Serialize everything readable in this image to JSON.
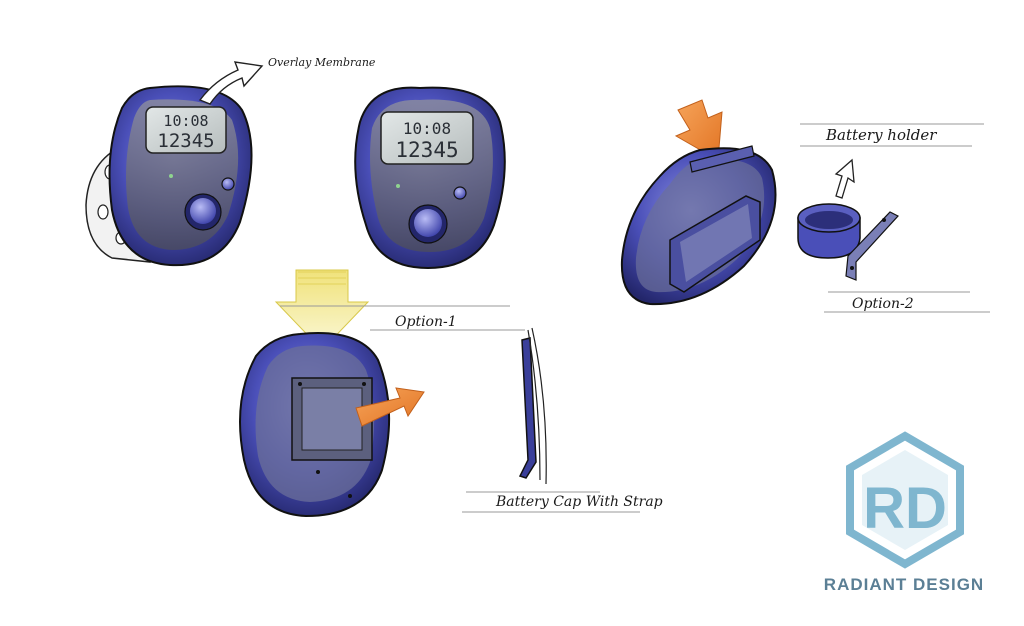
{
  "labels": {
    "overlay": "Overlay Membrane",
    "option1": "Option-1",
    "option2": "Option-2",
    "battery_holder": "Battery holder",
    "battery_cap": "Battery Cap With Strap"
  },
  "display": {
    "time": "10:08",
    "count": "12345"
  },
  "logo": {
    "monogram": "RD",
    "name": "RADIANT DESIGN"
  },
  "colors": {
    "device_body": "#4a4fb8",
    "device_dark": "#2c2f7a",
    "lcd_bg": "#c9cfcf",
    "arrow_orange": "#f08a3a",
    "arrow_yellow": "#f4ec8a",
    "logo_blue": "#7fb6cf"
  }
}
